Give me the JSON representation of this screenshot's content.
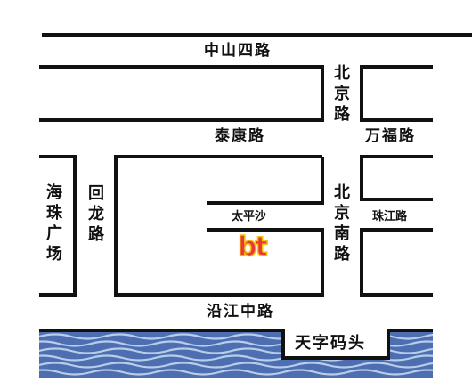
{
  "roads": {
    "zhongshan_4": "中山四路",
    "beijing_road": "北京路",
    "taikang": "泰康路",
    "wanfu": "万福路",
    "haizhu_square": "海珠广场",
    "huilong": "回龙路",
    "beijing_south": "北京南路",
    "taipingsha": "太平沙",
    "zhujiang": "珠江路",
    "yanjiang_middle": "沿江中路",
    "tianzi_pier": "天字码头"
  },
  "logo": {
    "glyph": "bt",
    "color": "#e83a32",
    "outline": "#f5c21a"
  },
  "colors": {
    "road_outline": "#111111",
    "river": "#4d6fb2",
    "wave": "#b9cdea"
  }
}
